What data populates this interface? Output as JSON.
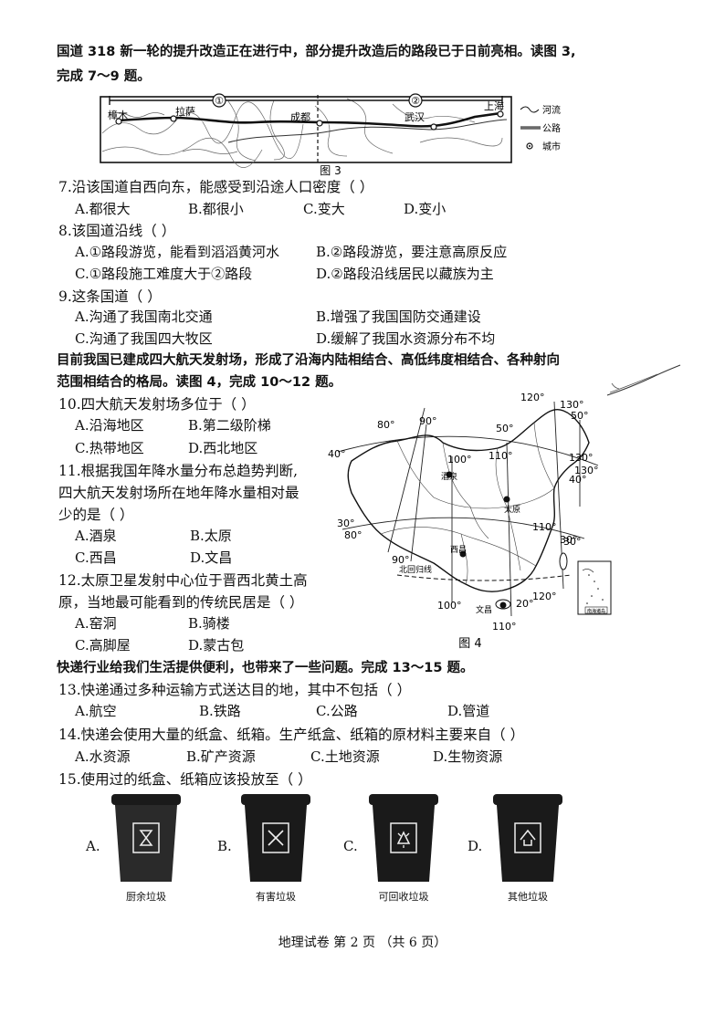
{
  "intro1": {
    "line1": "国道 318 新一轮的提升改造正在进行中，部分提升改造后的路段已于日前亮相。读图 3,",
    "line2": "完成 7～9 题。"
  },
  "fig3": {
    "caption": "图 3",
    "segment1": "①",
    "segment2": "②",
    "cities": [
      "樟木",
      "拉萨",
      "成都",
      "武汉",
      "上海"
    ],
    "legend": {
      "river": "河流",
      "road": "公路",
      "city": "城市"
    }
  },
  "q7": {
    "stem": "7.沿该国道自西向东，能感受到沿途人口密度（    ）",
    "options": [
      "A.都很大",
      "B.都很小",
      "C.变大",
      "D.变小"
    ]
  },
  "q8": {
    "stem": "8.该国道沿线（    ）",
    "options": [
      "A.①路段游览，能看到滔滔黄河水",
      "B.②路段游览，要注意高原反应",
      "C.①路段施工难度大于②路段",
      "D.②路段沿线居民以藏族为主"
    ]
  },
  "q9": {
    "stem": "9.这条国道（    ）",
    "options": [
      "A.沟通了我国南北交通",
      "B.增强了我国国防交通建设",
      "C.沟通了我国四大牧区",
      "D.缓解了我国水资源分布不均"
    ]
  },
  "intro2": {
    "line1": "目前我国已建成四大航天发射场，形成了沿海内陆相结合、高低纬度相结合、各种射向",
    "line2": "范围相结合的格局。读图 4，完成 10～12 题。"
  },
  "q10": {
    "stem": "10.四大航天发射场多位于（    ）",
    "options": [
      "A.沿海地区",
      "B.第二级阶梯",
      "C.热带地区",
      "D.西北地区"
    ]
  },
  "q11": {
    "stem_lines": [
      "11.根据我国年降水量分布总趋势判断,",
      "四大航天发射场所在地年降水量相对最",
      "少的是（    ）"
    ],
    "options": [
      "A.酒泉",
      "B.太原",
      "C.西昌",
      "D.文昌"
    ]
  },
  "q12": {
    "stem_lines": [
      "12.太原卫星发射中心位于晋西北黄土高",
      "原，当地最可能看到的传统民居是（    ）"
    ],
    "options": [
      "A.窑洞",
      "B.骑楼",
      "C.高脚屋",
      "D.蒙古包"
    ]
  },
  "fig4": {
    "caption": "图 4",
    "sites": [
      "酒泉",
      "太原",
      "西昌",
      "文昌"
    ],
    "tropic": "北回归线",
    "lon_labels": [
      "80°",
      "90°",
      "100°",
      "110°",
      "120°",
      "130°",
      "90°",
      "80°",
      "100°",
      "110°",
      "120°",
      "110°",
      "130°"
    ],
    "lat_labels": [
      "50°",
      "40°",
      "40°",
      "30°",
      "30°",
      "20°"
    ],
    "inset": "南海诸岛"
  },
  "intro3": {
    "line1": "快递行业给我们生活提供便利，也带来了一些问题。完成 13～15 题。"
  },
  "q13": {
    "stem": "13.快递通过多种运输方式送达目的地，其中不包括（    ）",
    "options": [
      "A.航空",
      "B.铁路",
      "C.公路",
      "D.管道"
    ]
  },
  "q14": {
    "stem": "14.快递会使用大量的纸盒、纸箱。生产纸盒、纸箱的原材料主要来自（    ）",
    "options": [
      "A.水资源",
      "B.矿产资源",
      "C.土地资源",
      "D.生物资源"
    ]
  },
  "q15": {
    "stem": "15.使用过的纸盒、纸箱应该投放至（    ）",
    "letters": [
      "A.",
      "B.",
      "C.",
      "D."
    ],
    "bins": [
      "厨余垃圾",
      "有害垃圾",
      "可回收垃圾",
      "其他垃圾"
    ]
  },
  "footer": "地理试卷  第 2 页  （共 6 页）"
}
